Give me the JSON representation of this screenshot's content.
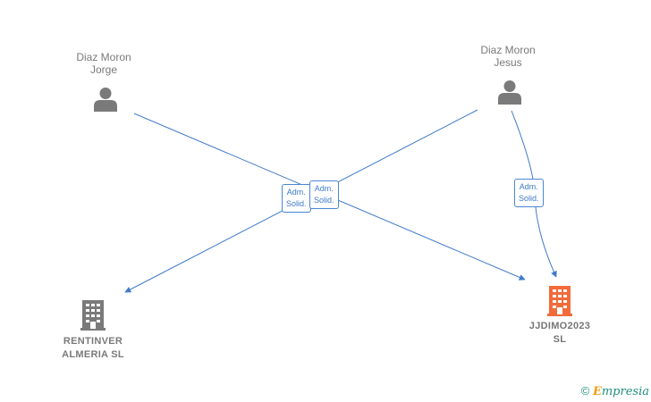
{
  "nodes": {
    "person_jorge": {
      "line1": "Diaz Moron",
      "line2": "Jorge"
    },
    "person_jesus": {
      "line1": "Diaz Moron",
      "line2": "Jesus"
    },
    "company_rentinver": {
      "line1": "RENTINVER",
      "line2": "ALMERIA  SL"
    },
    "company_jjdimo": {
      "line1": "JJDIMO2023",
      "line2": "SL"
    }
  },
  "edges": [
    {
      "from": "person_jorge",
      "to": "company_jjdimo",
      "label_line1": "Adm.",
      "label_line2": "Solid."
    },
    {
      "from": "person_jesus",
      "to": "company_rentinver",
      "label_line1": "Adm.",
      "label_line2": "Solid."
    },
    {
      "from": "person_jesus",
      "to": "company_jjdimo",
      "label_line1": "Adm.",
      "label_line2": "Solid."
    }
  ],
  "colors": {
    "edge": "#3f7ac9",
    "person_icon": "#7a7a7a",
    "company_icon": "#7a7a7a",
    "highlight_company_icon": "#f26b3a"
  },
  "footer": {
    "copyright_symbol": "©",
    "brand_first": "E",
    "brand_rest": "mpresia"
  }
}
